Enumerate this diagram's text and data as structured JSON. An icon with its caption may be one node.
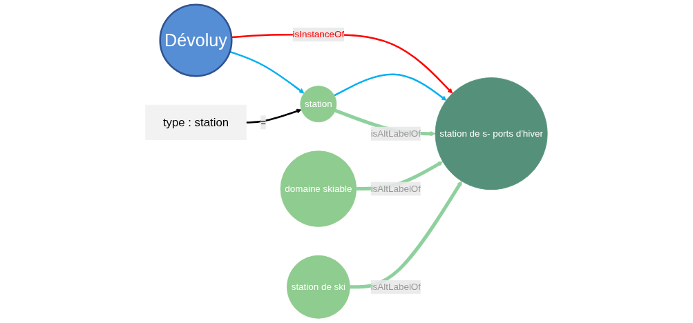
{
  "diagram": {
    "nodes": [
      {
        "text": [
          "Dévoluy"
        ]
      },
      {
        "text": [
          "type : station"
        ]
      },
      {
        "text": [
          "station de s- ports d'hiver"
        ]
      },
      {
        "text": [
          "station"
        ]
      },
      {
        "text": [
          "domaine skiable"
        ]
      },
      {
        "text": [
          "station de ski"
        ]
      }
    ],
    "edges": [
      {
        "from": 0,
        "to": 2,
        "arrow": "to",
        "label": "isInstanceOf",
        "color": "#ff0000"
      },
      {
        "from": 0,
        "to": 3,
        "arrow": "to",
        "color": "#00b0f0"
      },
      {
        "from": 3,
        "to": 2,
        "arrow": "to",
        "color": "#00b0f0"
      },
      {
        "from": 1,
        "to": 3,
        "arrow": "to",
        "label": "=",
        "color": "#000000"
      },
      {
        "from": 3,
        "to": 2,
        "arrow": "to",
        "label": "isAltLabelOf",
        "style": "thick"
      },
      {
        "from": 4,
        "to": 2,
        "arrow": "to",
        "label": "isAltLabelOf",
        "style": "thick"
      },
      {
        "from": 5,
        "to": 2,
        "arrow": "to",
        "label": "isAltLabelOf",
        "style": "thick"
      }
    ]
  }
}
